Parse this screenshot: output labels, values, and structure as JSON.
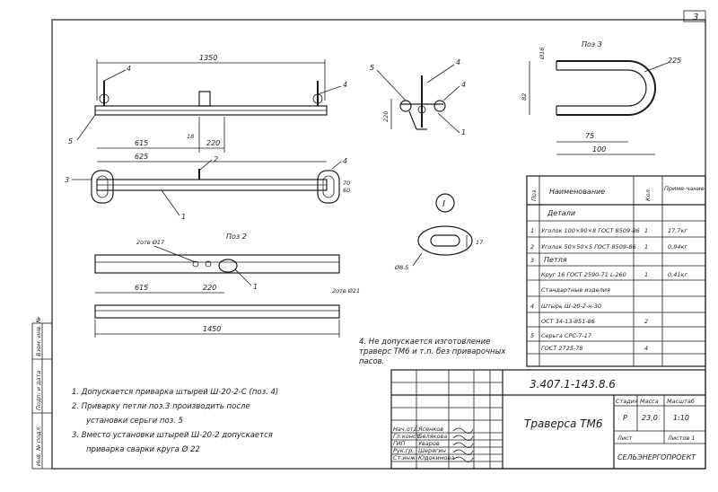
{
  "sheet_number": "3",
  "pos2_title": "Поз 2",
  "pos3_title": "Поз 3",
  "section_mark": "I",
  "labels": {
    "front": {
      "overall": "1350",
      "left_offset": "615",
      "mid_offset": "220",
      "height": "18",
      "l1": "4",
      "l4": "4",
      "l5": "5"
    },
    "plan": {
      "width": "625",
      "l2": "2",
      "l3": "3",
      "l1": "1",
      "l4": "4",
      "v1": "70",
      "v2": "60"
    },
    "side": {
      "l5": "5",
      "l4": "4",
      "height": "220",
      "l1": "1"
    },
    "pos3": {
      "d_top": "Ø16",
      "radius": "225",
      "height": "82",
      "lower": "75",
      "total": "100"
    },
    "pos2": {
      "hole1": "2отв Ø17",
      "dim1": "615",
      "dim2": "220",
      "dim3": "1",
      "hole2": "2отв Ø21",
      "length": "1450"
    },
    "section": {
      "dim1": "Ø8.5",
      "dim2": "17"
    }
  },
  "spec": {
    "headers": [
      "Поз.",
      "Наименование",
      "Кол.",
      "Приме-чание"
    ],
    "rows": [
      {
        "pos": "",
        "name": "Детали",
        "qty": "",
        "note": ""
      },
      {
        "pos": "1",
        "name": "Уголок 100×90×8 ГОСТ 8509-86",
        "qty": "1",
        "note": "17,7кг"
      },
      {
        "pos": "2",
        "name": "Уголок 50×50×5 ГОСТ 8509-86",
        "qty": "1",
        "note": "0,94кг"
      },
      {
        "pos": "3",
        "name": "Петля",
        "qty": "",
        "note": ""
      },
      {
        "pos": "",
        "name": "Круг 16 ГОСТ 2590-71 L-260",
        "qty": "1",
        "note": "0,41кг"
      },
      {
        "pos": "",
        "name": "Стандартные изделия",
        "qty": "",
        "note": ""
      },
      {
        "pos": "4",
        "name": "Штырь Ш-20-2-н-30",
        "qty": "",
        "note": ""
      },
      {
        "pos": "",
        "name": "ОСТ 34-13-851-86",
        "qty": "2",
        "note": ""
      },
      {
        "pos": "5",
        "name": "Серьга СРС-7-17",
        "qty": "",
        "note": ""
      },
      {
        "pos": "",
        "name": "ГОСТ 2725-78",
        "qty": "4",
        "note": ""
      }
    ]
  },
  "right_note": "4. Не допускается изготовление траверс ТМ6 и т.п. без приварочных пасов.",
  "notes": [
    "1. Допускается приварка штырей Ш-20-2-С (поз. 4)",
    "2. Приварку петли поз.3 производить после",
    "установки серьги поз. 5",
    "3. Вместо установки штырей Ш-20-2 допускается",
    "приварка сварки круга Ø 22"
  ],
  "title_block": {
    "code": "3.407.1-143.8.6",
    "name": "Траверса ТМ6",
    "stage_label": "Стадия",
    "mass_label": "Масса",
    "scale_label": "Масштаб",
    "stage": "Р",
    "mass": "23,0",
    "scale": "1:10",
    "sheet_label": "Лист",
    "sheets_label": "Листов 1",
    "org": "СЕЛЬЭНЕРГОПРОЕКТ",
    "roles": [
      "Нач.отд.",
      "Гл.конст.",
      "ГИП",
      "Рук.гр.",
      "Ст.инж."
    ],
    "names": [
      "Ясенков",
      "Белякова",
      "Уваров",
      "Шерягин",
      "Юдокимова"
    ]
  },
  "side_stamp": [
    "Взам. инв. №",
    "Подп. и дата",
    "Инв. № подл."
  ]
}
